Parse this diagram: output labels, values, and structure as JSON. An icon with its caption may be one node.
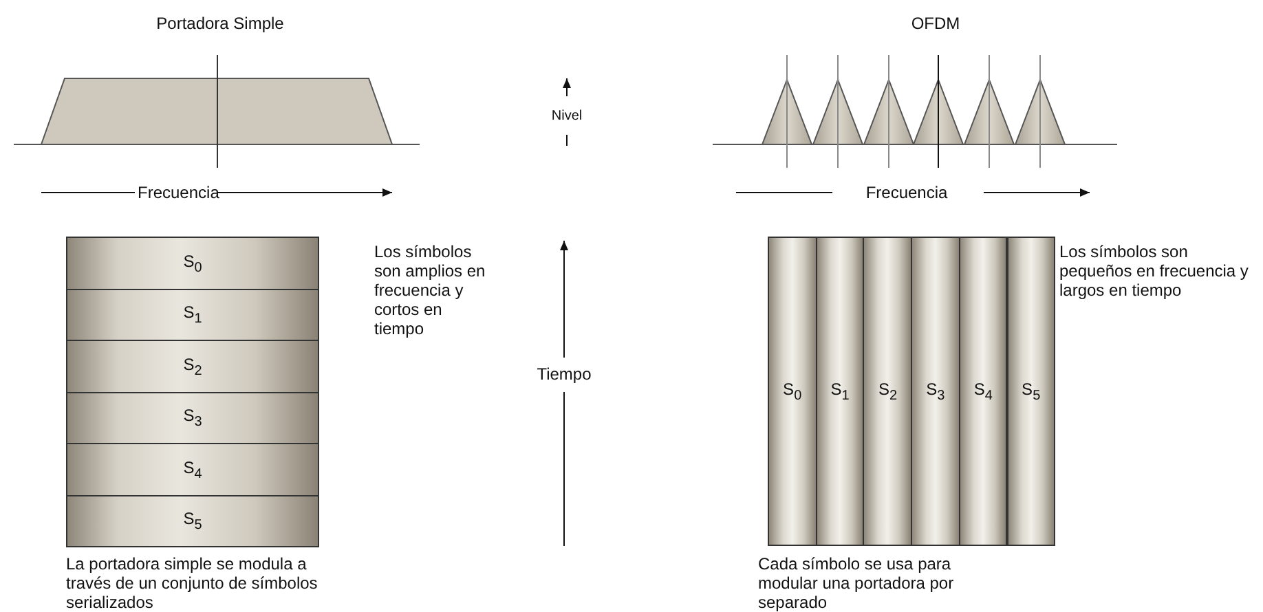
{
  "diagram": {
    "nodes": [
      {
        "text": [
          "S$_{0}$"
        ]
      },
      {
        "text": [
          "S$_{1}$"
        ]
      },
      {
        "text": [
          "S$_{2}$"
        ]
      },
      {
        "text": [
          "S$_{3}$"
        ]
      },
      {
        "text": [
          "S$_{4}$"
        ]
      },
      {
        "text": [
          "S$_{5}$"
        ]
      },
      {
        "text": [
          "S$_{0}$"
        ]
      },
      {
        "text": [
          "S$_{1}$"
        ]
      },
      {
        "text": [
          "S$_{2}$"
        ]
      },
      {
        "text": [
          "S$_{3}$"
        ]
      },
      {
        "text": [
          "S$_{4}$"
        ]
      },
      {
        "text": [
          "S$_{5}$"
        ]
      }
    ],
    "labels": [
      "Portadora Simple",
      "OFDM",
      "Nivel",
      "Frecuencia",
      "Frecuencia",
      "Los símbolos son amplios en frecuencia y cortos en tiempo",
      "Tiempo",
      "Los símbolos son pequeños en frecuencia y largos en tiempo",
      "La portadora simple se modula a través de un conjunto de símbolos serializados",
      "Cada símbolo se usa para modular una portadora por separado"
    ]
  }
}
